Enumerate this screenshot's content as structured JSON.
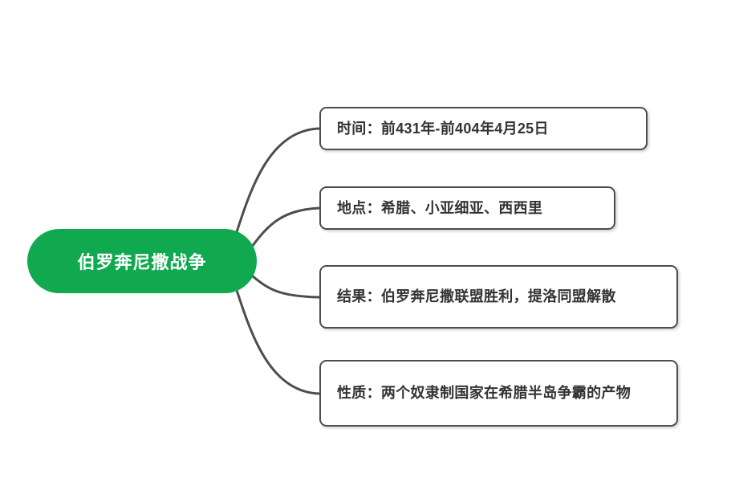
{
  "diagram": {
    "type": "mind-map",
    "background_color": "#ffffff",
    "root": {
      "label": "伯罗奔尼撒战争",
      "fill_color": "#10a94f",
      "text_color": "#ffffff"
    },
    "branch_style": {
      "border_color": "#4d4d4d",
      "fill_color": "#ffffff",
      "text_color": "#333333",
      "connector_color": "#4d4d4d"
    },
    "branches": [
      {
        "key": "time",
        "label": "时间：前431年-前404年4月25日"
      },
      {
        "key": "place",
        "label": "地点：希腊、小亚细亚、西西里"
      },
      {
        "key": "result",
        "label": "结果：伯罗奔尼撒联盟胜利，提洛同盟解散"
      },
      {
        "key": "nature",
        "label": "性质：两个奴隶制国家在希腊半岛争霸的产物"
      }
    ]
  }
}
